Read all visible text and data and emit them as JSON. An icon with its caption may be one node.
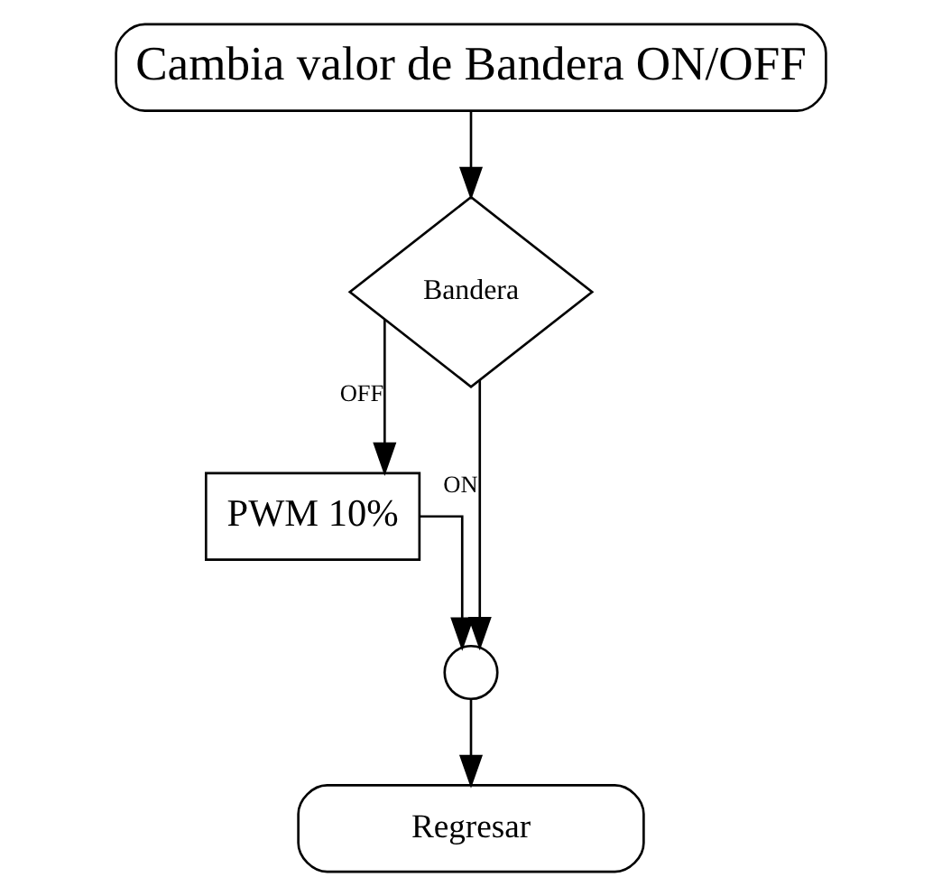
{
  "diagram": {
    "nodes": [
      {
        "text": [
          "Cambia valor de Bandera ON/OFF"
        ]
      },
      {
        "text": [
          "Bandera"
        ]
      },
      {
        "text": [
          "PWM 10%"
        ]
      },
      {
        "text": [],
        "shape": "circle"
      },
      {
        "text": [
          "Regresar"
        ]
      }
    ],
    "edges": [
      {
        "from": 0,
        "to": 1,
        "arrow": "to"
      },
      {
        "from": 1,
        "to": 3,
        "arrow": "to",
        "label": "ON"
      },
      {
        "from": 1,
        "to": 2,
        "arrow": "to",
        "label": "OFF"
      },
      {
        "from": 2,
        "to": 3,
        "arrow": "to"
      },
      {
        "from": 3,
        "to": 4,
        "arrow": "to"
      }
    ]
  }
}
